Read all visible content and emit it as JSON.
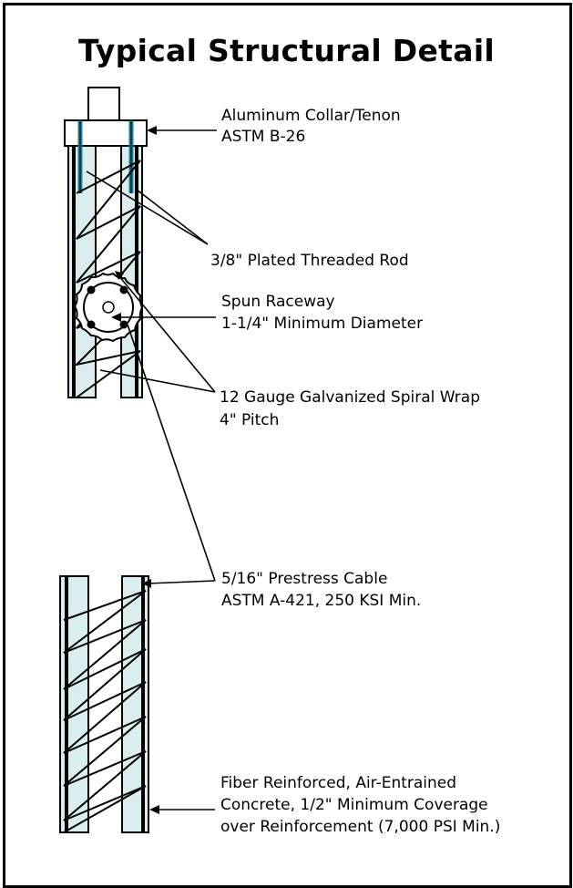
{
  "title": "Typical Structural Detail",
  "labels": {
    "collar": [
      "Aluminum Collar/Tenon",
      "ASTM B-26"
    ],
    "rod": [
      "3/8\" Plated Threaded Rod"
    ],
    "spiral": [
      "12 Gauge Galvanized Spiral Wrap",
      "4\" Pitch"
    ],
    "raceway": [
      "Spun Raceway",
      "1-1/4\" Minimum Diameter"
    ],
    "cable": [
      "5/16\" Prestress Cable",
      "ASTM A-421, 250 KSI Min."
    ],
    "concrete": [
      "Fiber Reinforced, Air-Entrained",
      "Concrete, 1/2\" Minimum Coverage",
      "over Reinforcement (7,000 PSI Min.)"
    ]
  },
  "colors": {
    "concrete_fill": "#daeef0",
    "cable_color": "#2a8fa3",
    "line": "#000000"
  }
}
